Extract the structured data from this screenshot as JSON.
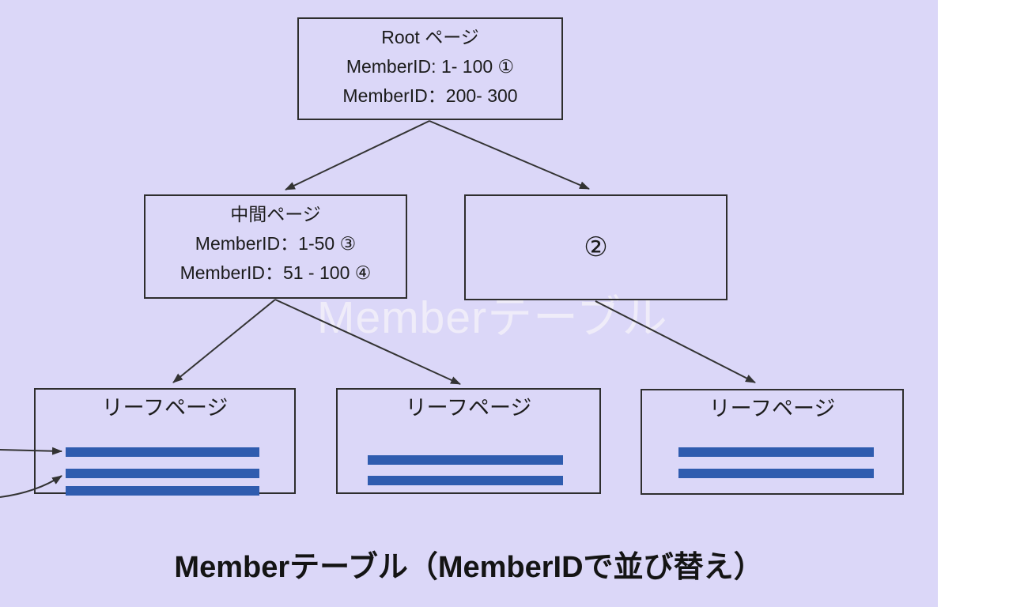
{
  "diagram": {
    "root_page": {
      "title": "Root ページ",
      "entry1": "MemberID: 1- 100 ①",
      "entry2": "MemberID：200- 300"
    },
    "middle_page": {
      "title": "中間ページ",
      "entry1": "MemberID：1-50 ③",
      "entry2": "MemberID：51 - 100 ④"
    },
    "collapsed_page": {
      "label": "②"
    },
    "leaf_pages": [
      {
        "title": "リーフページ",
        "row_count": 3
      },
      {
        "title": "リーフページ",
        "row_count": 2
      },
      {
        "title": "リーフページ",
        "row_count": 2
      }
    ],
    "watermark_text": "Memberテーブル",
    "caption": "Memberテーブル（MemberIDで並び替え）",
    "colors": {
      "canvas_background": "#dbd7f8",
      "row_bar_blue": "#2f5caf",
      "edge_line": "#333333",
      "box_border": "#2e2e2e",
      "watermark": "#efecf9",
      "right_margin": "#ffffff"
    }
  }
}
